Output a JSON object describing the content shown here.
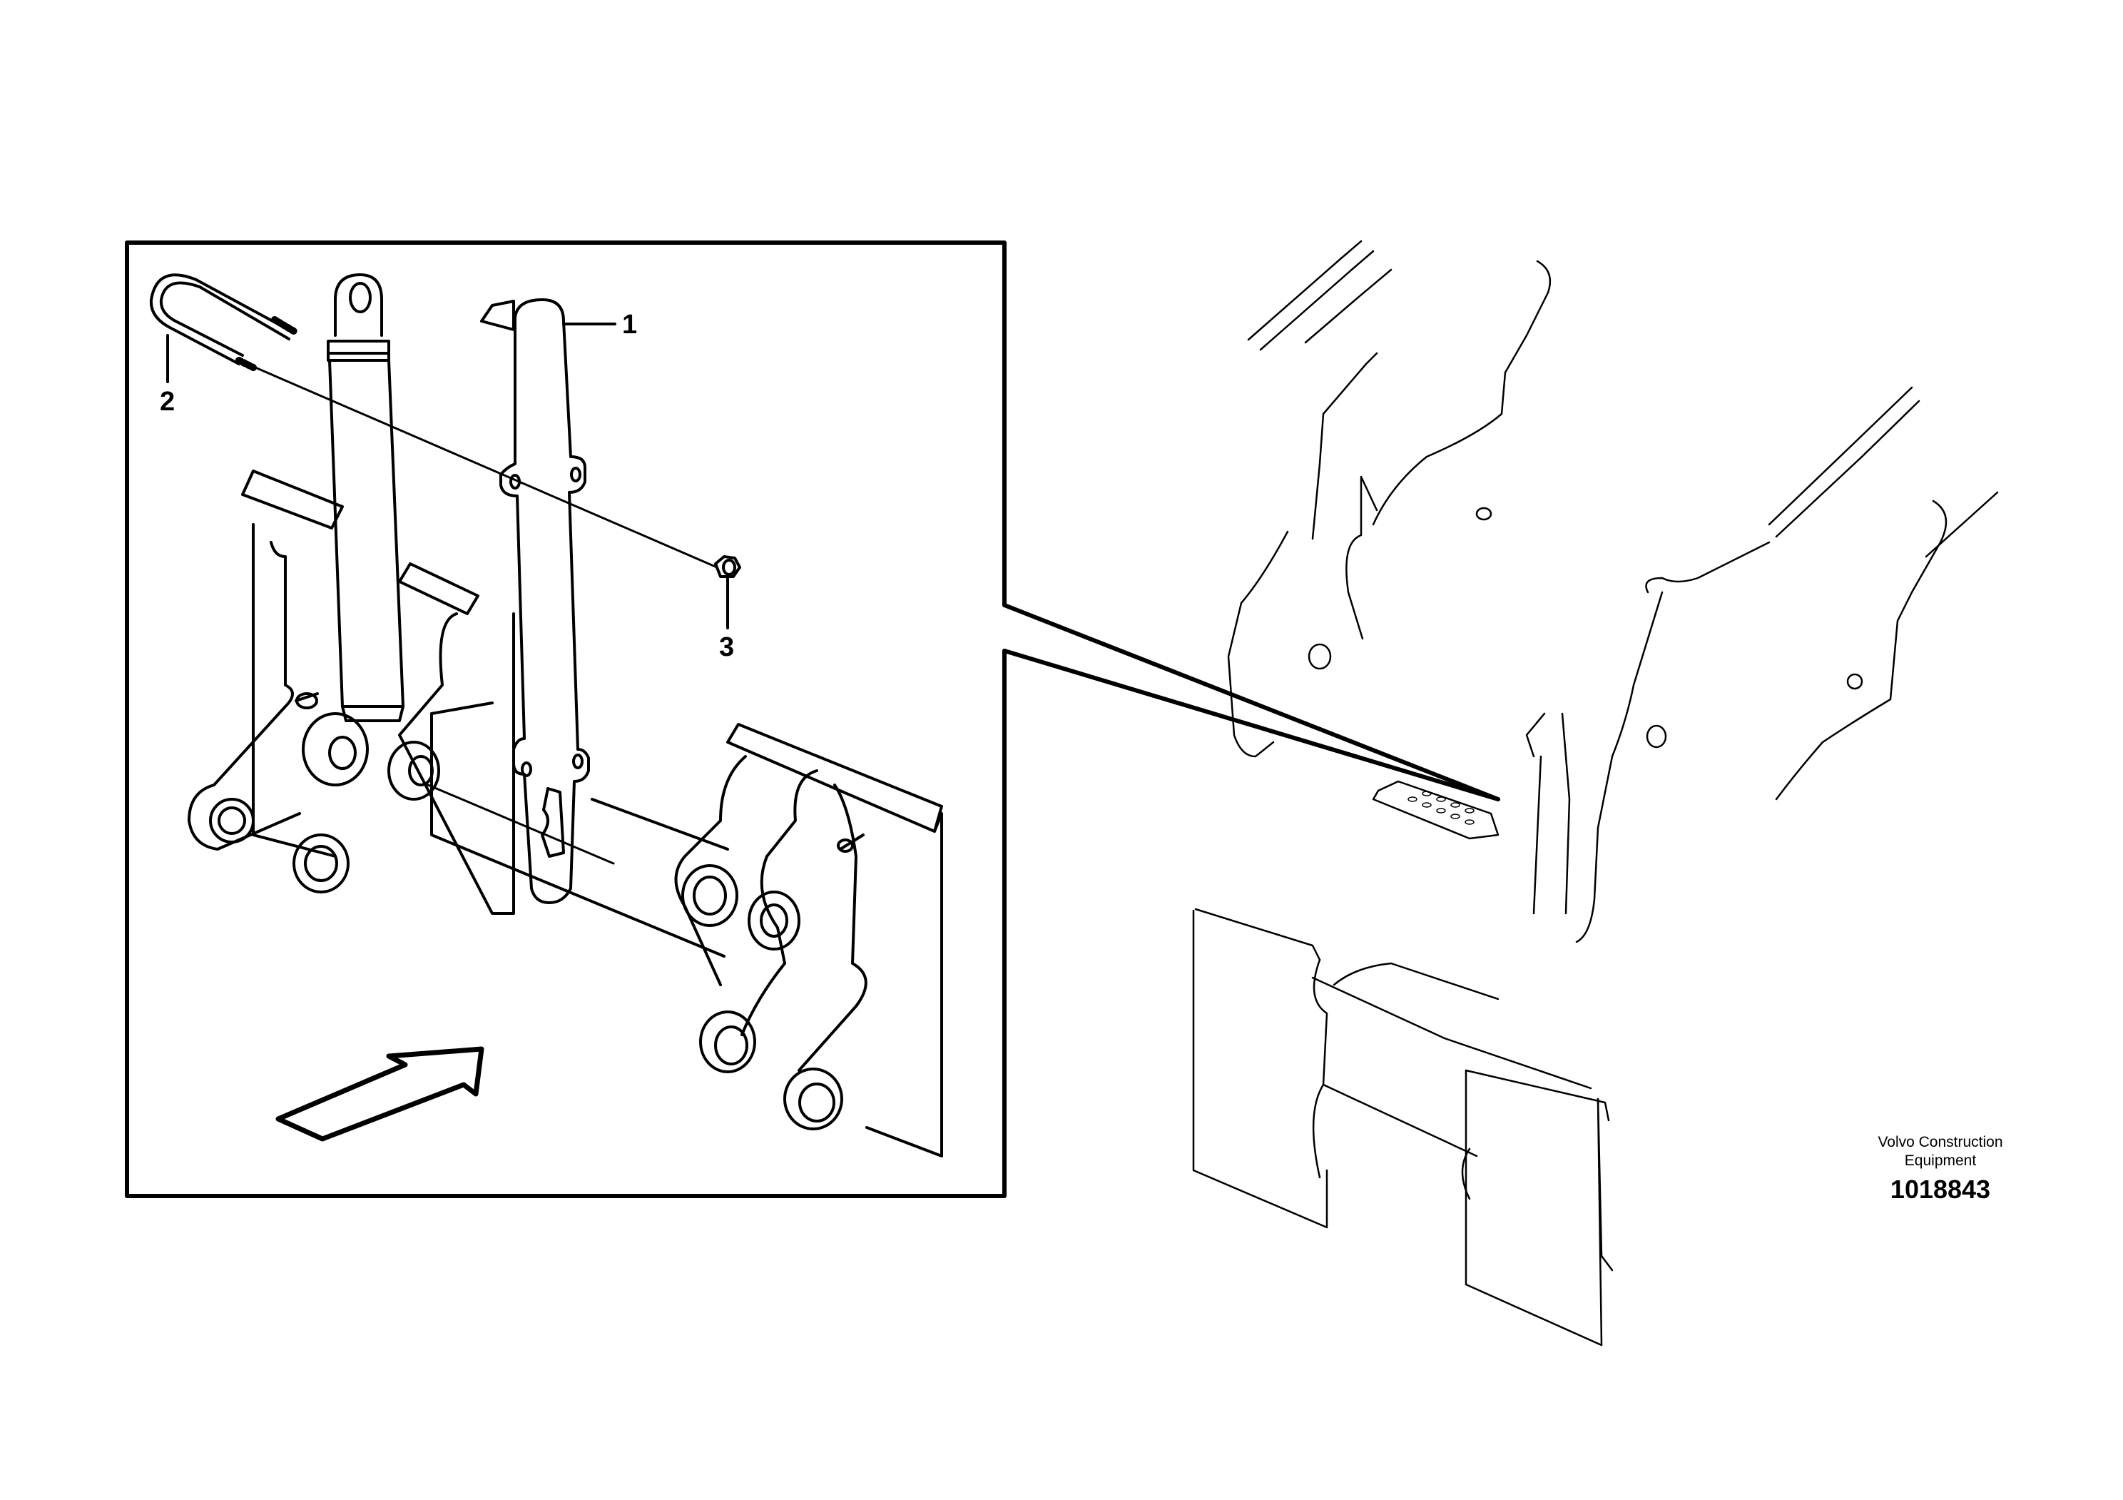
{
  "diagram": {
    "type": "exploded-parts-diagram",
    "manufacturer_label": "Volvo Construction Equipment",
    "manufacturer_lines": [
      "Volvo Construction",
      "Equipment"
    ],
    "illustration_number": "1018843",
    "colors": {
      "line": "#000000",
      "background": "#ffffff"
    }
  },
  "callouts": [
    {
      "id": "1",
      "label": "1",
      "part": "lock lever / locking plate"
    },
    {
      "id": "2",
      "label": "2",
      "part": "U-bolt"
    },
    {
      "id": "3",
      "label": "3",
      "part": "nut"
    }
  ],
  "views": {
    "detail": {
      "name": "attachment bracket detail (inset)"
    },
    "overview": {
      "name": "loader arm front view"
    }
  },
  "indicators": {
    "direction_arrow": "view-direction-arrow"
  }
}
